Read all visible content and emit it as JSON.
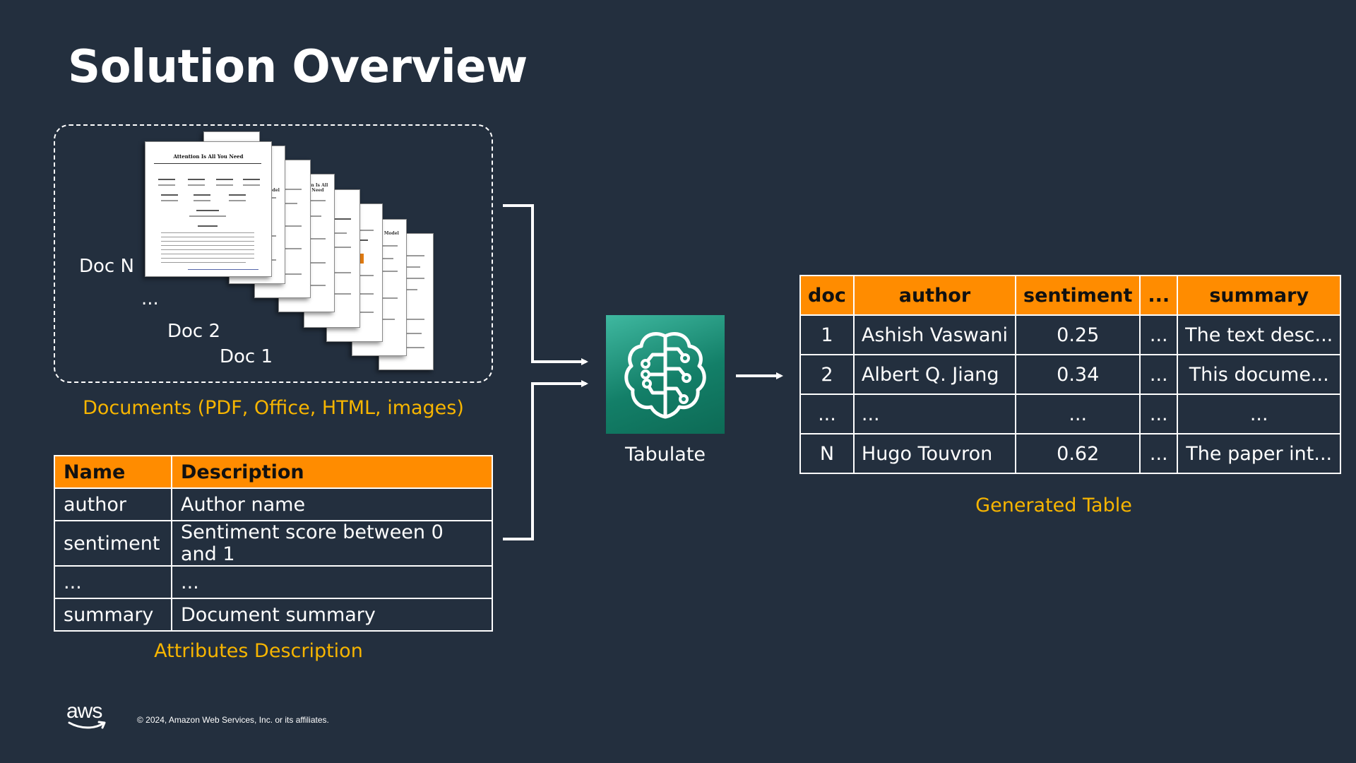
{
  "title": "Solution Overview",
  "documents": {
    "labels": {
      "doc_n": "Doc N",
      "ellipsis": "...",
      "doc_2": "Doc 2",
      "doc_1": "Doc 1"
    },
    "paper_title": "Attention Is All You Need",
    "caption": "Documents (PDF, Office, HTML, images)"
  },
  "attributes": {
    "headers": [
      "Name",
      "Description"
    ],
    "rows": [
      [
        "author",
        "Author name"
      ],
      [
        "sentiment",
        "Sentiment score between 0 and 1"
      ],
      [
        "...",
        "..."
      ],
      [
        "summary",
        "Document summary"
      ]
    ],
    "caption": "Attributes Description"
  },
  "tabulate": {
    "label": "Tabulate",
    "icon": "brain-circuit-icon"
  },
  "generated": {
    "headers": [
      "doc",
      "author",
      "sentiment",
      "...",
      "summary"
    ],
    "rows": [
      [
        "1",
        "Ashish Vaswani",
        "0.25",
        "...",
        "The text desc..."
      ],
      [
        "2",
        "Albert Q. Jiang",
        "0.34",
        "...",
        "This docume..."
      ],
      [
        "...",
        "...",
        "...",
        "...",
        "..."
      ],
      [
        "N",
        "Hugo Touvron",
        "0.62",
        "...",
        "The paper int..."
      ]
    ],
    "caption": "Generated Table"
  },
  "footer": {
    "logo": "aws",
    "copyright": "© 2024, Amazon Web Services, Inc. or its affiliates."
  },
  "colors": {
    "background": "#232f3e",
    "accent": "#ff8c00",
    "caption": "#f7b500",
    "icon": "#1a8c74"
  }
}
